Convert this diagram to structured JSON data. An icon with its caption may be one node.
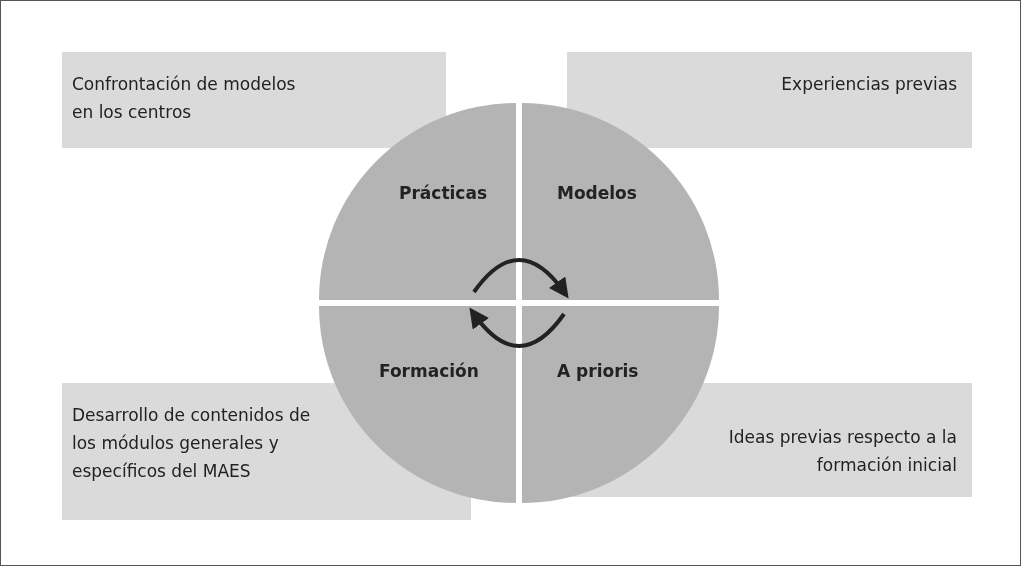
{
  "diagram": {
    "nodes": [
      {
        "text": [
          "Confrontación de modelos en los centros"
        ]
      },
      {
        "text": [
          "Experiencias previas"
        ]
      },
      {
        "text": [
          "Prácticas"
        ]
      },
      {
        "text": [
          "Modelos"
        ]
      },
      {
        "text": [
          "Formación"
        ]
      },
      {
        "text": [
          "A prioris"
        ]
      },
      {
        "text": [
          "Desarrollo de contenidos de los módulos generales y específicos del MAES"
        ]
      },
      {
        "text": [
          "Ideas previas respecto a la formación inicial"
        ]
      }
    ],
    "edges": [
      {
        "from": 2,
        "to": 3,
        "arrow": "to"
      },
      {
        "from": 5,
        "to": 4,
        "arrow": "to"
      }
    ]
  }
}
